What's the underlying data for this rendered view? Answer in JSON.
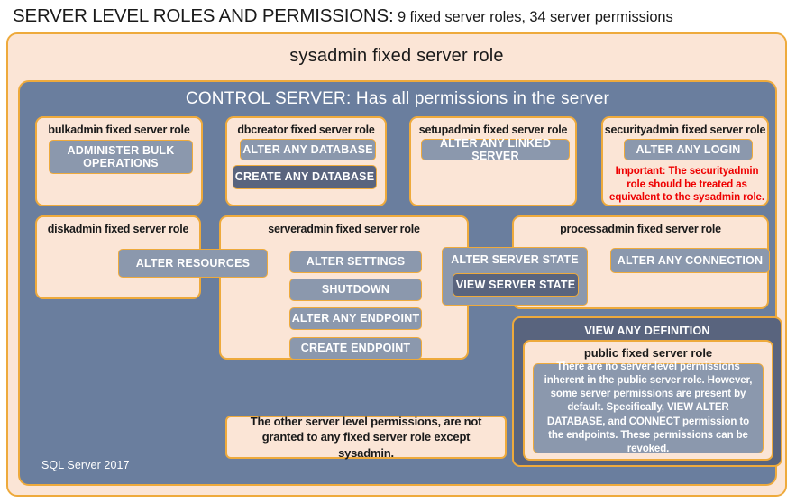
{
  "header": {
    "title_strong": "SERVER LEVEL ROLES AND PERMISSIONS:",
    "title_rest": " 9 fixed server roles, 34 server permissions"
  },
  "colors": {
    "peach_fill": "#fbe5d6",
    "amber_border": "#eeaa3c",
    "slate_panel": "#6a7e9e",
    "permission_chip": "#8b98ad",
    "permission_chip_dark": "#59647e",
    "warning_red": "#ee0000",
    "text_dark": "#1a1a1a",
    "text_light": "#ffffff"
  },
  "diagram": {
    "outer_role": "sysadmin fixed server role",
    "control_server": "CONTROL SERVER: Has all permissions in the server",
    "footer_label": "SQL Server 2017",
    "roles": [
      {
        "id": "bulkadmin",
        "title": "bulkadmin fixed server role",
        "permissions": [
          "ADMINISTER  BULK OPERATIONS"
        ]
      },
      {
        "id": "dbcreator",
        "title": "dbcreator fixed server role",
        "permissions": [
          "ALTER ANY DATABASE",
          "CREATE  ANY DATABASE"
        ]
      },
      {
        "id": "setupadmin",
        "title": "setupadmin fixed server role",
        "permissions": [
          "ALTER ANY LINKED SERVER"
        ]
      },
      {
        "id": "securityadmin",
        "title": "securityadmin fixed server role",
        "permissions": [
          "ALTER ANY LOGIN"
        ],
        "warning": "Important:  The securityadmin role should  be treated as equivalent to the  sysadmin role."
      },
      {
        "id": "diskadmin",
        "title": "diskadmin fixed server role",
        "permissions": [
          "ALTER RESOURCES"
        ]
      },
      {
        "id": "serveradmin",
        "title": "serveradmin fixed server role",
        "permissions": [
          "ALTER SETTINGS",
          "SHUTDOWN",
          "ALTER ANY ENDPOINT",
          "CREATE  ENDPOINT",
          "ALTER SERVER  STATE",
          "VIEW SERVER  STATE"
        ]
      },
      {
        "id": "processadmin",
        "title": "processadmin fixed server role",
        "permissions": [
          "ALTER ANY CONNECTION"
        ]
      },
      {
        "id": "public",
        "title": "public  fixed server role",
        "permissions": [
          "VIEW ANY DEFINITION"
        ],
        "note": "There are no server-level permissions inherent in the public server role. However, some server permissions are present by default. Specifically, VIEW ALTER DATABASE, and CONNECT permission to the endpoints. These permissions can be revoked."
      }
    ],
    "other_permissions_note": "The other server level permissions,  are not granted to any fixed server role except sysadmin."
  }
}
